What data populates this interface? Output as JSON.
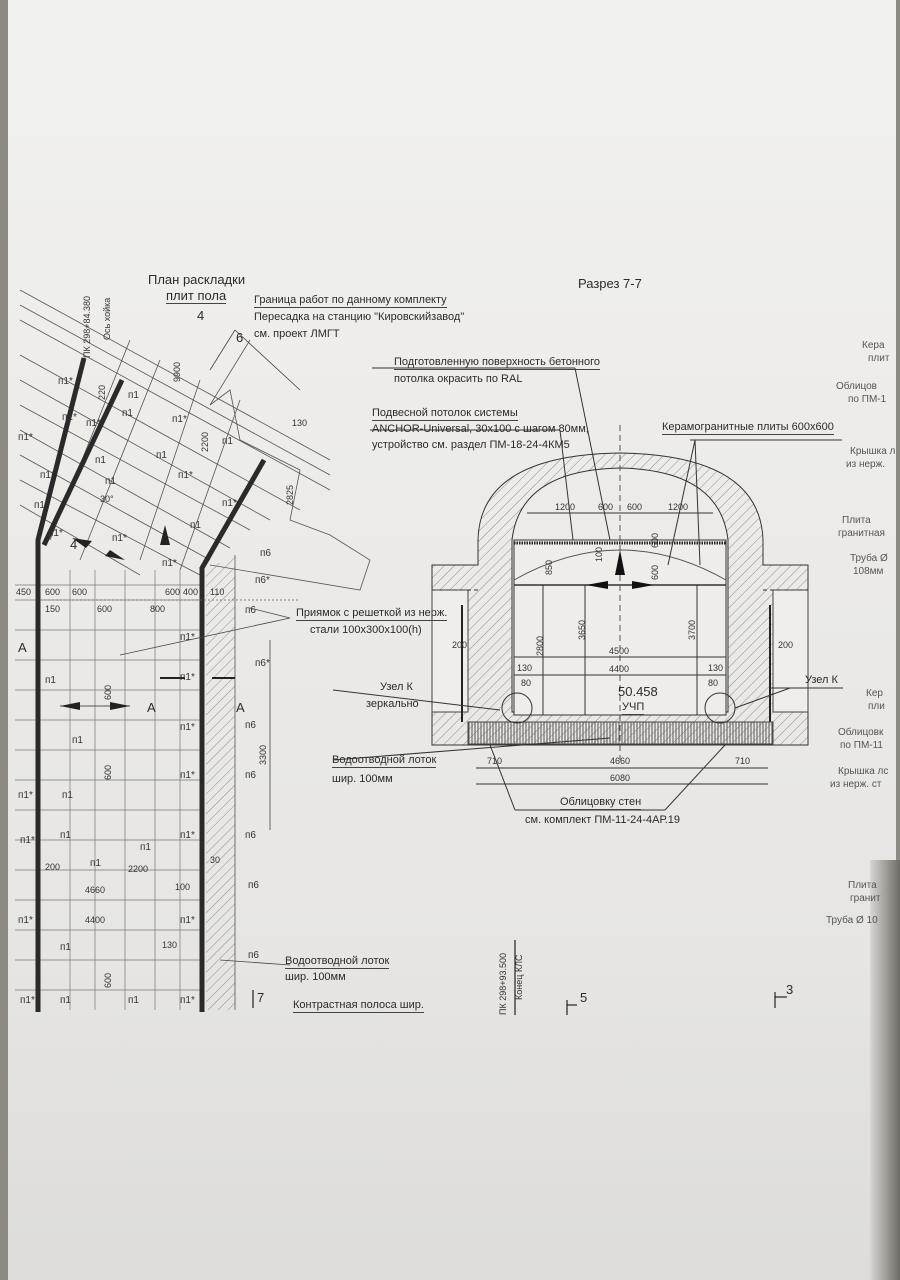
{
  "plan": {
    "title_line1": "План раскладки",
    "title_line2": "плит пола",
    "boundary_note": [
      "Граница работ по данному комплекту",
      "Пересадка на станцию \"Кировскийзавод\"",
      "см. проект ЛМГТ"
    ],
    "pk_top": "ПК 298+84.380",
    "axis_top": "Ось хойка",
    "pit_note": [
      "Приямок с решеткой из нерж.",
      "стали  100x300x100(h)"
    ],
    "node_note": [
      "Узел К",
      "зеркально"
    ],
    "drain_note": [
      "Водоотводной лоток",
      "шир. 100мм"
    ],
    "drain_note2": [
      "Водоотводной лоток",
      "шир. 100мм"
    ],
    "contrast_note": "Контрастная полоса шир.",
    "pk_bottom": "ПК 298+93.500",
    "end_note": "Конец КЛС",
    "section_marks": [
      "4",
      "6",
      "4",
      "7",
      "5",
      "3",
      "А",
      "А",
      "А"
    ],
    "tile_labels": [
      "п1*",
      "п1*",
      "п1",
      "п1*",
      "п1*",
      "п1",
      "п1*",
      "п1",
      "п1",
      "п1*",
      "п1*",
      "п1",
      "п1*",
      "п1*",
      "п1",
      "п1*",
      "п1",
      "п1*",
      "п1*",
      "п6",
      "п6*",
      "п6",
      "п6*",
      "п1",
      "п1*",
      "п1*",
      "п1",
      "п1*",
      "п6",
      "п1*",
      "п1",
      "п1*",
      "п6",
      "п1*",
      "п1",
      "п1*",
      "п6",
      "п1",
      "п1",
      "п6",
      "п1*",
      "п1",
      "п1*",
      "п6",
      "п1*",
      "п1",
      "п1",
      "п1*"
    ],
    "dims": [
      "9900",
      "220",
      "2200",
      "130",
      "30°",
      "2825",
      "450",
      "600",
      "600",
      "600",
      "400",
      "110",
      "150",
      "600",
      "800",
      "3300",
      "2200",
      "200",
      "4660",
      "100",
      "4400",
      "130",
      "30",
      "600",
      "600",
      "600"
    ]
  },
  "section": {
    "title": "Разрез 7-7",
    "paint_note": [
      "Подготовленную поверхность бетонного",
      "потолка окрасить по RAL"
    ],
    "ceiling_note": [
      "Подвесной потолок системы",
      "ANCHOR-Universal, 30x100 с шагом 80мм,",
      "устройство  см. раздел ПМ-18-24-4КМ5"
    ],
    "tiles_note": "Керамогранитные плиты 600x600",
    "node_right": "Узел К",
    "cladding_note": [
      "Облицовку стен",
      "см. комплект ПМ-11-24-4АР.19"
    ],
    "elevation": "50.458",
    "elevation_label": "УЧП",
    "dims": {
      "top": [
        "1200",
        "600",
        "600",
        "1200"
      ],
      "d850": "850",
      "d100": "100",
      "d600a": "600",
      "d600b": "600",
      "d3650": "3650",
      "d3700": "3700",
      "d2800": "2800",
      "d4500": "4500",
      "d4400": "4400",
      "d130l": "130",
      "d130r": "130",
      "d80l": "80",
      "d80r": "80",
      "d200l": "200",
      "d200r": "200",
      "d710l": "710",
      "d4660": "4660",
      "d710r": "710",
      "d6080": "6080"
    }
  },
  "right_margin": [
    "Кера",
    "плит",
    "Облицов",
    "по ПМ-1",
    "Крышка л",
    "из нерж. ",
    "Плита",
    "гранитная",
    "Труба Ø",
    "108мм",
    "Кер",
    "пли",
    "Облицовк",
    "по ПМ-11",
    "Крышка лс",
    "из нерж. ст",
    "Плита",
    "гранит",
    "Труба Ø 10"
  ]
}
